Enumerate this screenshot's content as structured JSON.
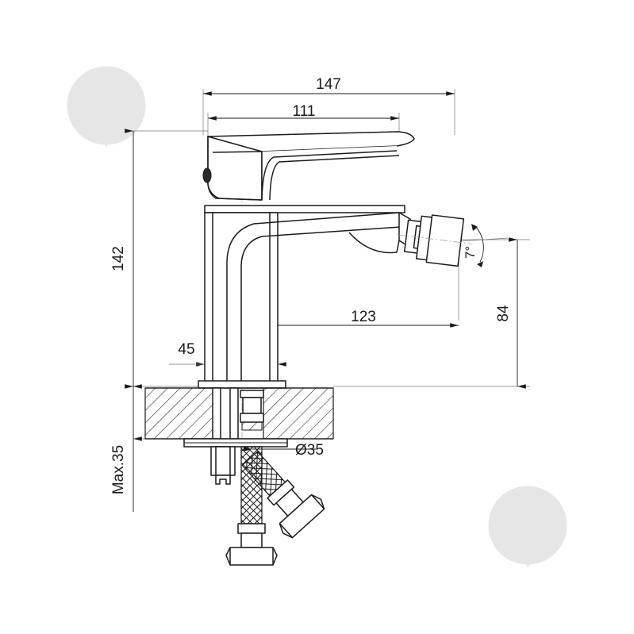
{
  "drawing": {
    "title": "Bidet mixer tap technical dimension drawing",
    "units": "mm",
    "line_color": "#1a1a1a",
    "background_color": "#ffffff",
    "watermark_color": "#e6e6e6"
  },
  "dimensions": {
    "overall_width": "147",
    "handle_width": "111",
    "overall_height": "142",
    "spout_reach": "123",
    "spout_height": "84",
    "base_width": "45",
    "mounting_thickness": "Max.35",
    "mounting_hole_diameter": "Ø35",
    "aerator_angle": "7°"
  },
  "labels": [
    {
      "id": "dim-147",
      "text": "147"
    },
    {
      "id": "dim-111",
      "text": "111"
    },
    {
      "id": "dim-142",
      "text": "142"
    },
    {
      "id": "dim-123",
      "text": "123"
    },
    {
      "id": "dim-84",
      "text": "84"
    },
    {
      "id": "dim-45",
      "text": "45"
    },
    {
      "id": "dim-max35",
      "text": "Max.35"
    },
    {
      "id": "dim-dia35",
      "text": "Ø35"
    },
    {
      "id": "dim-angle",
      "text": "7°"
    }
  ],
  "watermarks": [
    {
      "id": "watermark-top-left",
      "name": "droplet-logo"
    },
    {
      "id": "watermark-bottom-right",
      "name": "droplet-logo"
    }
  ],
  "parts": [
    {
      "name": "lever-handle"
    },
    {
      "name": "mixer-body"
    },
    {
      "name": "spout"
    },
    {
      "name": "aerator"
    },
    {
      "name": "base-flange"
    },
    {
      "name": "mounting-surface"
    },
    {
      "name": "threaded-stud"
    },
    {
      "name": "mounting-washer"
    },
    {
      "name": "lock-nut"
    },
    {
      "name": "braided-hose"
    },
    {
      "name": "hose-nut"
    },
    {
      "name": "second-hose-fitting"
    }
  ]
}
